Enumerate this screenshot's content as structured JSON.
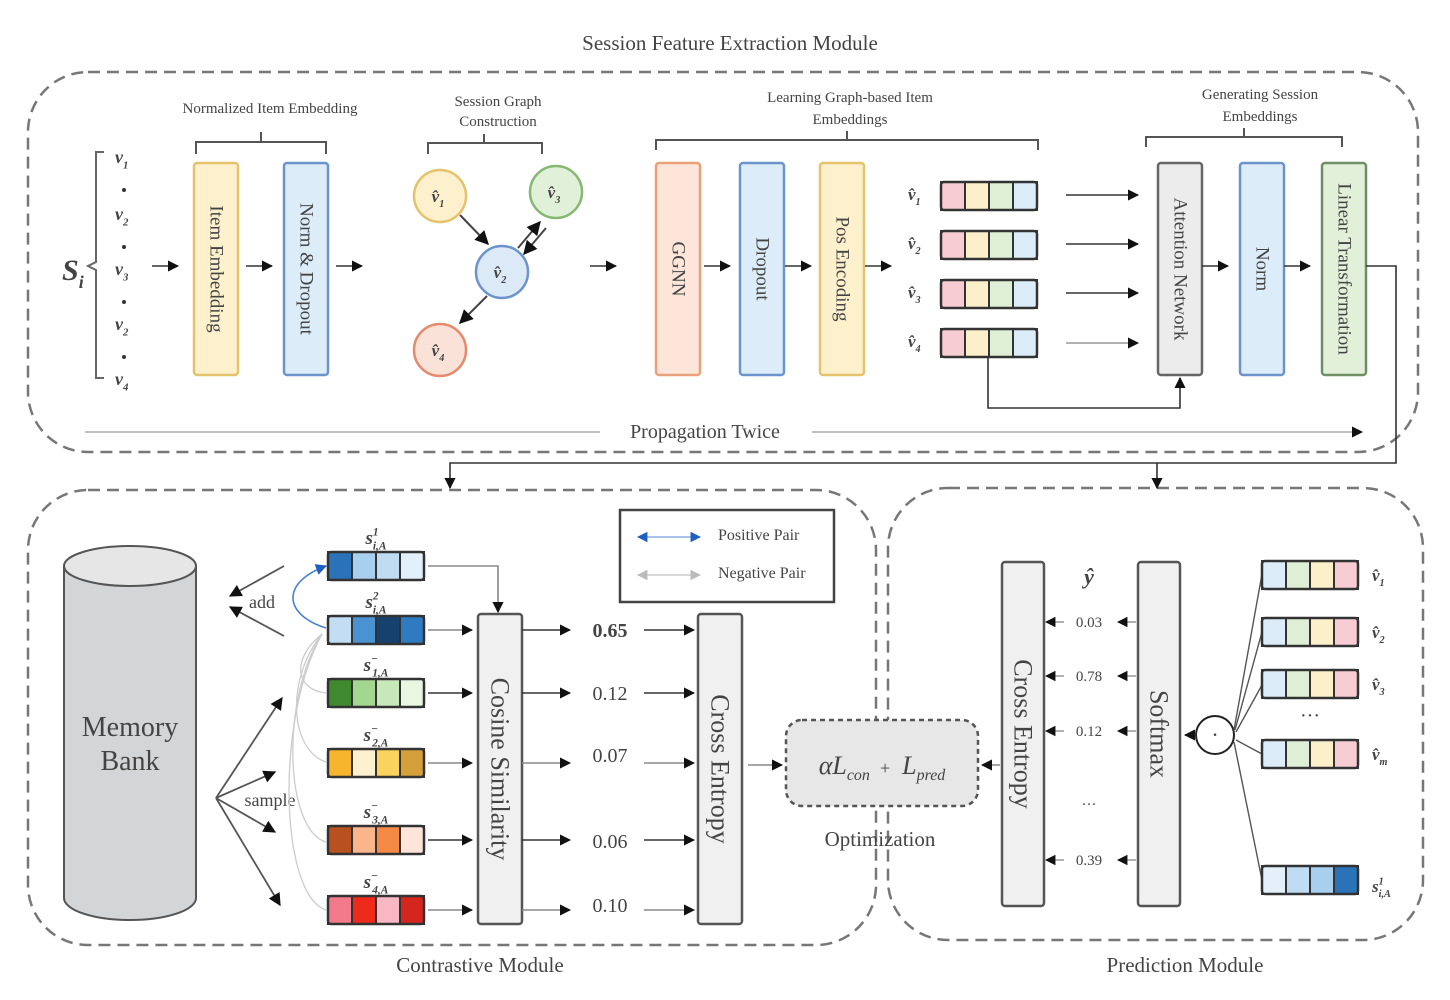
{
  "modules": {
    "feature_extraction": "Session Feature Extraction Module",
    "contrastive": "Contrastive Module",
    "prediction": "Prediction Module",
    "optimization": "Optimization"
  },
  "groups": {
    "normalized_item_embedding": "Normalized Item Embedding",
    "session_graph_construction": [
      "Session Graph",
      "Construction"
    ],
    "learning_graph_item_embeddings": [
      "Learning Graph-based Item",
      "Embeddings"
    ],
    "generating_session_embeddings": [
      "Generating Session",
      "Embeddings"
    ]
  },
  "session": {
    "label": "S",
    "subscript": "i",
    "sequence": [
      {
        "base": "v",
        "sub": "1"
      },
      {
        "base": "v",
        "sub": "2"
      },
      {
        "base": "v",
        "sub": "3"
      },
      {
        "base": "v",
        "sub": "2"
      },
      {
        "base": "v",
        "sub": "4"
      }
    ]
  },
  "blocks": {
    "item_embedding": "Item Embedding",
    "norm_dropout": "Norm & Dropout",
    "ggnn": "GGNN",
    "dropout": "Dropout",
    "pos_encoding": "Pos Encoding",
    "attention_network": "Attention Network",
    "norm": "Norm",
    "linear_transformation": "Linear Transformation",
    "cosine_similarity": "Cosine Similarity",
    "cross_entropy_con": "Cross Entropy",
    "cross_entropy_pred": "Cross Entropy",
    "softmax": "Softmax",
    "memory_bank": [
      "Memory",
      "Bank"
    ]
  },
  "graph_nodes": [
    {
      "label": "v̂",
      "sub": "1",
      "fill": "#fdf0cc",
      "stroke": "#e5c26c"
    },
    {
      "label": "v̂",
      "sub": "2",
      "fill": "#dce9f7",
      "stroke": "#6c93cc"
    },
    {
      "label": "v̂",
      "sub": "3",
      "fill": "#e1f0d9",
      "stroke": "#86b874"
    },
    {
      "label": "v̂",
      "sub": "4",
      "fill": "#fbe2d8",
      "stroke": "#e58a6c"
    }
  ],
  "item_vectors": [
    {
      "label": "v̂",
      "sub": "1"
    },
    {
      "label": "v̂",
      "sub": "2"
    },
    {
      "label": "v̂",
      "sub": "3"
    },
    {
      "label": "v̂",
      "sub": "4"
    }
  ],
  "item_vector_colors": [
    "#f8ccd3",
    "#fbf0c9",
    "#deefd5",
    "#dcecf8"
  ],
  "flow_labels": {
    "propagation": "Propagation Twice",
    "add": "add",
    "sample": "sample"
  },
  "session_vectors": [
    {
      "base": "s",
      "sup": "1",
      "sub": "i,A",
      "colors": [
        "#2a73b8",
        "#a9cfee",
        "#bfdcf2",
        "#e2f0fb"
      ],
      "score": "0.65"
    },
    {
      "base": "s",
      "sup": "2",
      "sub": "i,A",
      "colors": [
        "#c3def4",
        "#4a92d0",
        "#16406e",
        "#2f7bc2"
      ],
      "score": "0.12"
    },
    {
      "base": "s",
      "sup": "−",
      "sub": "1,A",
      "colors": [
        "#3f8a2e",
        "#a3d68e",
        "#c7e8b9",
        "#e8f6e2"
      ],
      "score": "0.07"
    },
    {
      "base": "s",
      "sup": "−",
      "sub": "2,A",
      "colors": [
        "#f6b52c",
        "#fdf1cf",
        "#f9d35d",
        "#d3a03a"
      ],
      "score": "0.06"
    },
    {
      "base": "s",
      "sup": "−",
      "sub": "3,A",
      "colors": [
        "#b8511e",
        "#fbb58d",
        "#f58a45",
        "#fde6d9"
      ],
      "score": "0.10"
    },
    {
      "base": "s",
      "sup": "−",
      "sub": "4,A",
      "colors": [
        "#f37a8a",
        "#ee2a1a",
        "#f9b7c3",
        "#d5261e"
      ],
      "score": ""
    }
  ],
  "legend": {
    "positive": "Positive Pair",
    "negative": "Negative Pair",
    "positive_color": "#1f5fbf",
    "negative_color": "#bbbbbb"
  },
  "loss": {
    "alpha": "α",
    "con": "L",
    "con_sub": "con",
    "plus": "+",
    "pred": "L",
    "pred_sub": "pred"
  },
  "prediction": {
    "y_hat": "ŷ",
    "scores": [
      "0.03",
      "0.78",
      "0.12",
      "…",
      "0.39"
    ],
    "dot_product": "·",
    "ellipsis": "···",
    "candidates": [
      {
        "label": "v̂",
        "sub": "1"
      },
      {
        "label": "v̂",
        "sub": "2"
      },
      {
        "label": "v̂",
        "sub": "3"
      },
      {
        "label": "v̂",
        "sub": "m"
      }
    ],
    "candidate_colors": [
      "#dcecf8",
      "#deefd5",
      "#fbf0c9",
      "#f8ccd3"
    ],
    "session": {
      "base": "s",
      "sup": "1",
      "sub": "i,A",
      "colors": [
        "#e2f0fb",
        "#bfdcf2",
        "#a9cfee",
        "#2a73b8"
      ]
    }
  },
  "colors": {
    "yellow_fill": "#fdf0cc",
    "yellow_stroke": "#e5c26c",
    "blue_fill": "#dcecf8",
    "blue_stroke": "#6c93cc",
    "orange_fill": "#fde6d9",
    "orange_stroke": "#eba07c",
    "green_fill": "#e2f0d9",
    "green_stroke": "#6f8f64",
    "gray_fill": "#ececec",
    "gray_stroke": "#666666",
    "cylinder_fill": "#d3d5d6"
  }
}
